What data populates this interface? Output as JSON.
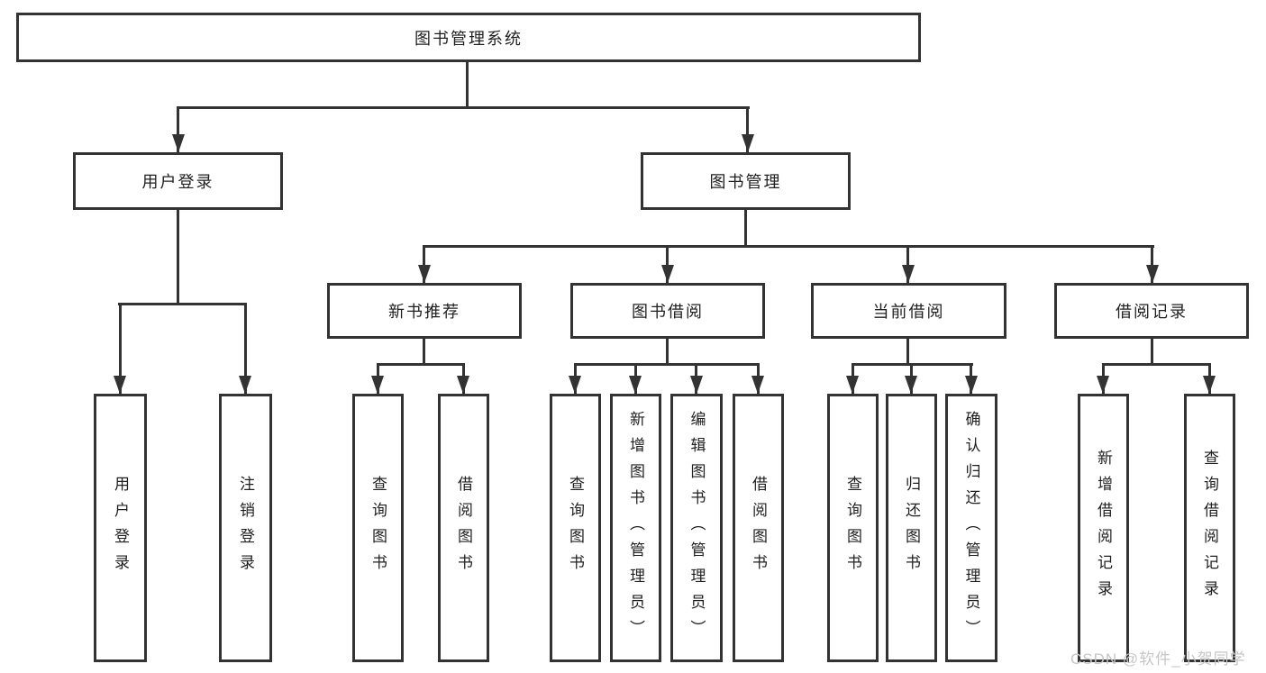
{
  "colors": {
    "line": "#333333",
    "background": "#ffffff",
    "text": "#1f1f1f",
    "watermark": "#c6c6c6"
  },
  "tree": {
    "root": {
      "label": "图书管理系统",
      "children": [
        {
          "label": "用户登录",
          "children": [
            {
              "label": "用户登录"
            },
            {
              "label": "注销登录"
            }
          ]
        },
        {
          "label": "图书管理",
          "children": [
            {
              "label": "新书推荐",
              "children": [
                {
                  "label": "查询图书"
                },
                {
                  "label": "借阅图书"
                }
              ]
            },
            {
              "label": "图书借阅",
              "children": [
                {
                  "label": "查询图书"
                },
                {
                  "label": "新增图书（管理员）"
                },
                {
                  "label": "编辑图书（管理员）"
                },
                {
                  "label": "借阅图书"
                }
              ]
            },
            {
              "label": "当前借阅",
              "children": [
                {
                  "label": "查询图书"
                },
                {
                  "label": "归还图书"
                },
                {
                  "label": "确认归还（管理员）"
                }
              ]
            },
            {
              "label": "借阅记录",
              "children": [
                {
                  "label": "新增借阅记录"
                },
                {
                  "label": "查询借阅记录"
                }
              ]
            }
          ]
        }
      ]
    }
  },
  "watermark": {
    "text": "CSDN @软件_小贺同学"
  }
}
